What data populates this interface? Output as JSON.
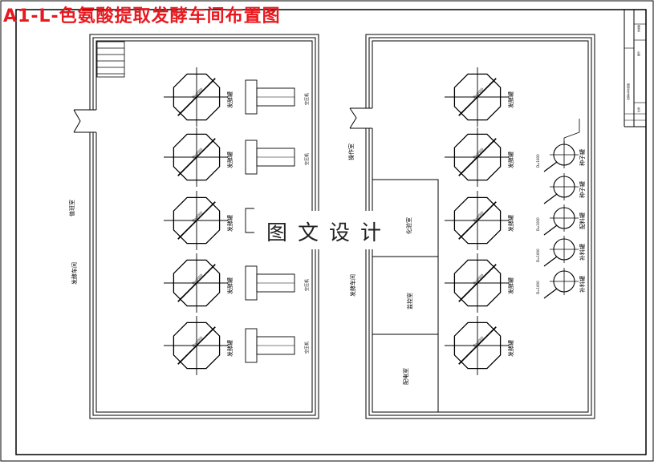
{
  "title": "A1-L-色氨酸提取发酵车间布置图",
  "watermark": "图文设计",
  "left_hall": {
    "rooms": [
      "值班室",
      "发酵车间"
    ],
    "tank_label": "发酵罐",
    "compressor_label": "空压机",
    "tanks": [
      {
        "dim": "D=3000",
        "compressor": true
      },
      {
        "dim": "D=3000",
        "compressor": true
      },
      {
        "dim": "D=3000",
        "compressor": false
      },
      {
        "dim": "D=3000",
        "compressor": true
      },
      {
        "dim": "D=3000",
        "compressor": true
      }
    ]
  },
  "right_hall": {
    "rooms": [
      "操作室",
      "发酵车间"
    ],
    "side_rooms": [
      "化验室",
      "监控室",
      "配电室"
    ],
    "tank_label": "发酵罐",
    "tanks": [
      {
        "dim": "D=3000"
      },
      {
        "dim": "D=3000"
      },
      {
        "dim": "D=3000"
      },
      {
        "dim": "D=3000"
      },
      {
        "dim": "D=3000"
      }
    ],
    "small_tanks": [
      {
        "label": "种子罐",
        "dim": "D=1000"
      },
      {
        "label": "种子罐",
        "dim": ""
      },
      {
        "label": "配料罐",
        "dim": "D=1000"
      },
      {
        "label": "补料罐",
        "dim": "D=1000"
      },
      {
        "label": "补料罐",
        "dim": "D=1000"
      }
    ]
  },
  "title_block": [
    "色氨酸",
    "发酵车间布置图",
    "图号",
    "比例"
  ]
}
